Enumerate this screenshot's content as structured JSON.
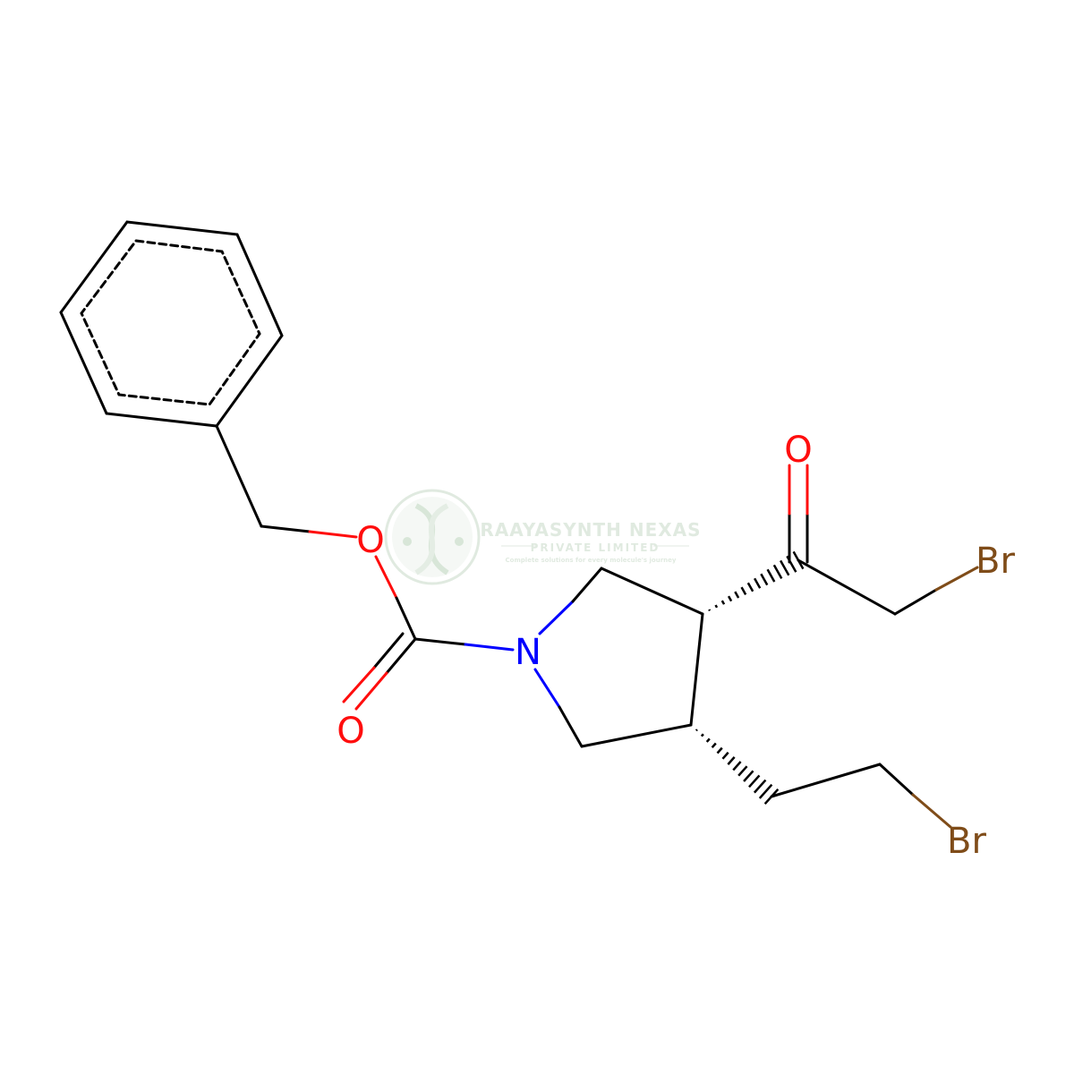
{
  "colors": {
    "carbon": "#000000",
    "oxygen": "#ff0d0d",
    "nitrogen": "#0000ff",
    "bromine": "#7f4c19",
    "watermark": "#c8d9c8",
    "background": "#ffffff"
  },
  "atoms": {
    "o_ester": "O",
    "o_carbonyl": "O",
    "n_ring": "N",
    "o_ketone": "O",
    "br_top": "Br",
    "br_bottom": "Br"
  },
  "watermark": {
    "company": "RAAYASYNTH NEXAS",
    "subtitle": "PRIVATE LIMITED",
    "tagline": "Complete solutions for every molecule's journey",
    "logo_icon": "dna-helix-icon"
  }
}
